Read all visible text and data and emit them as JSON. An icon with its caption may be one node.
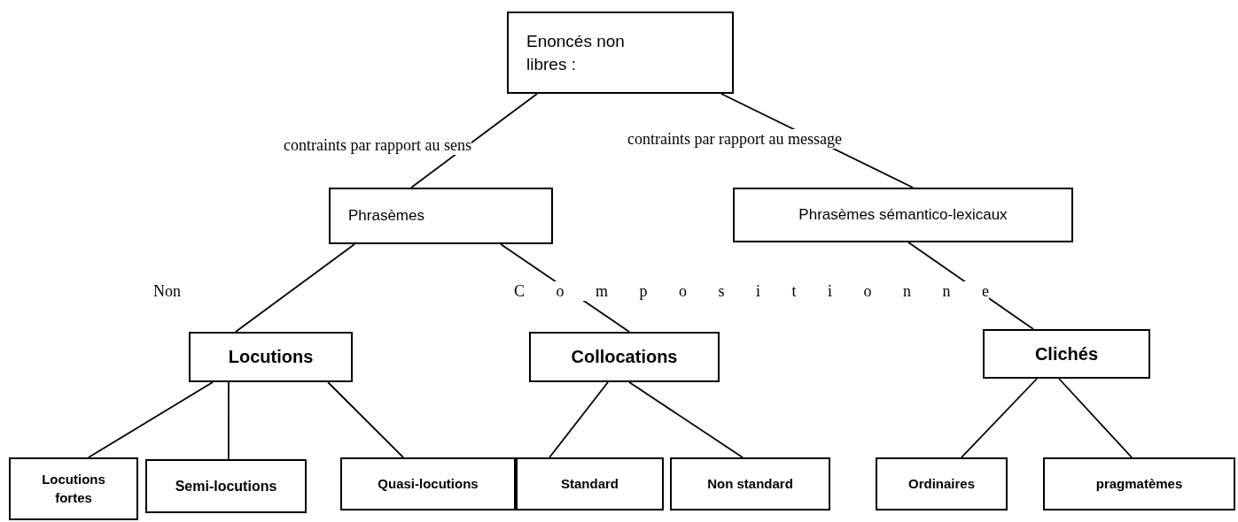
{
  "diagram": {
    "nodes": [
      {
        "text": [
          "Enoncés non libres :"
        ]
      },
      {
        "text": [
          "Phrasèmes"
        ]
      },
      {
        "text": [
          "Phrasèmes sémantico-lexicaux"
        ]
      },
      {
        "text": [
          "Locutions"
        ]
      },
      {
        "text": [
          "Collocations"
        ]
      },
      {
        "text": [
          "Clichés"
        ]
      },
      {
        "text": [
          "Locutions fortes"
        ]
      },
      {
        "text": [
          "Semi-locutions"
        ]
      },
      {
        "text": [
          "Quasi-locutions"
        ]
      },
      {
        "text": [
          "Standard"
        ]
      },
      {
        "text": [
          "Non standard"
        ]
      },
      {
        "text": [
          "Ordinaires"
        ]
      },
      {
        "text": [
          "pragmatèmes"
        ]
      }
    ],
    "edges": [
      {
        "from": 0,
        "to": 1,
        "arrow": "none",
        "label": "contraints par rapport au sens"
      },
      {
        "from": 0,
        "to": 2,
        "arrow": "none",
        "label": "contraints par rapport au message"
      },
      {
        "from": 1,
        "to": 3,
        "arrow": "none",
        "label": "Non"
      },
      {
        "from": 1,
        "to": 4,
        "arrow": "none",
        "label": "C o m p o s i t i o n n e"
      },
      {
        "from": 2,
        "to": 5,
        "arrow": "none"
      },
      {
        "from": 3,
        "to": 6,
        "arrow": "none"
      },
      {
        "from": 3,
        "to": 7,
        "arrow": "none"
      },
      {
        "from": 3,
        "to": 8,
        "arrow": "none"
      },
      {
        "from": 4,
        "to": 9,
        "arrow": "none"
      },
      {
        "from": 4,
        "to": 10,
        "arrow": "none"
      },
      {
        "from": 5,
        "to": 11,
        "arrow": "none"
      },
      {
        "from": 5,
        "to": 12,
        "arrow": "none"
      }
    ]
  }
}
